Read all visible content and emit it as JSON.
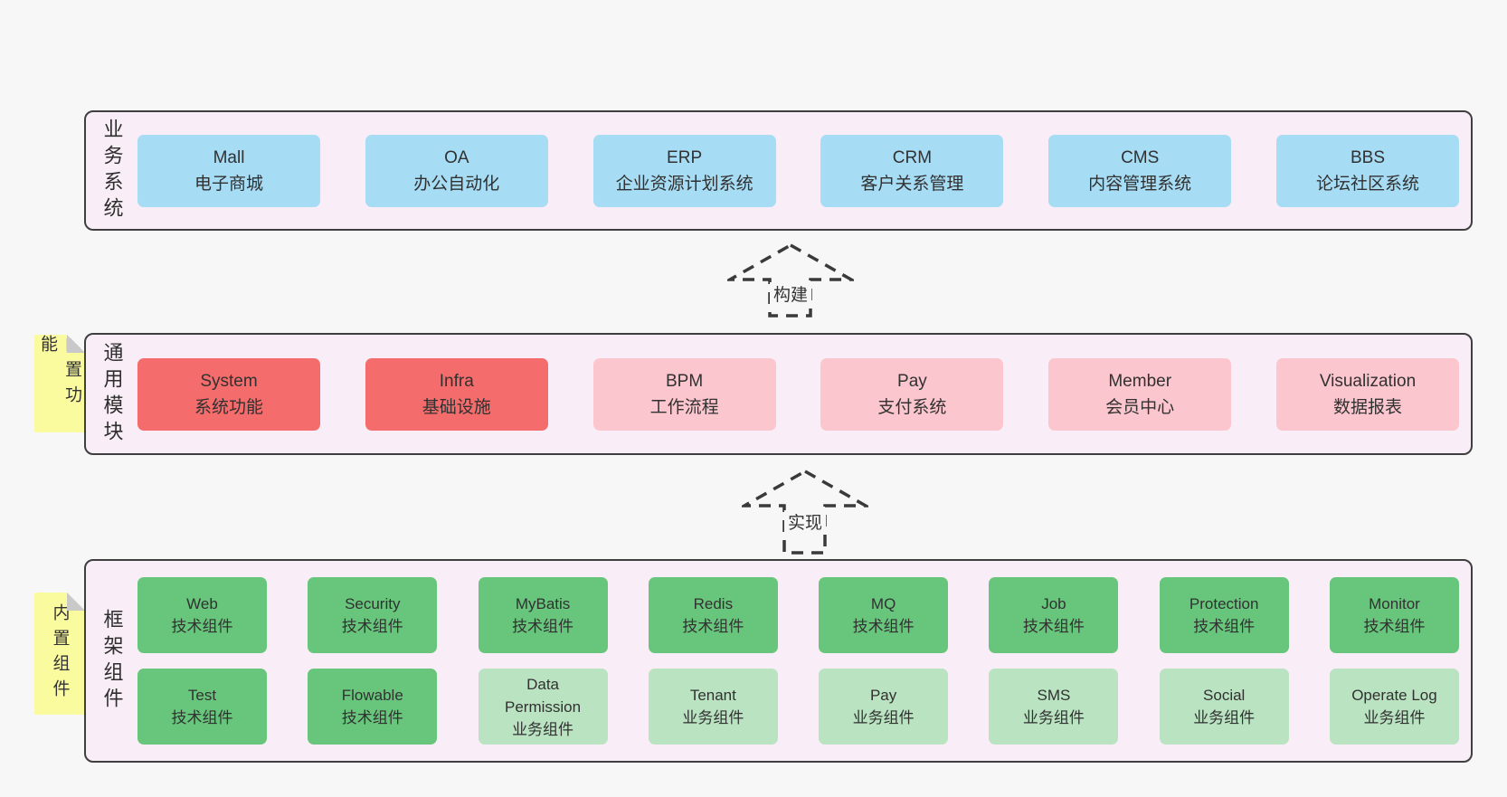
{
  "colors": {
    "page_bg": "#f7f7f7",
    "layer_bg": "#f9eef7",
    "layer_border": "#3f3f3f",
    "blue": "#a7dcf5",
    "red": "#f56c6c",
    "pink": "#fcc6ce",
    "green": "#68c57c",
    "lightgreen": "#b9e3c1",
    "note_bg": "#fafa9f",
    "note_fold": "#c9c9c9",
    "arrow": "#3a3a3a",
    "text": "#333333"
  },
  "arrows": [
    {
      "label": "构建"
    },
    {
      "label": "实现"
    }
  ],
  "sections": [
    {
      "label": "业务系统",
      "note": "",
      "rows": [
        [
          {
            "title": "Mall",
            "subtitle": "电子商城",
            "variant": "blue"
          },
          {
            "title": "OA",
            "subtitle": "办公自动化",
            "variant": "blue"
          },
          {
            "title": "ERP",
            "subtitle": "企业资源计划系统",
            "variant": "blue"
          },
          {
            "title": "CRM",
            "subtitle": "客户关系管理",
            "variant": "blue"
          },
          {
            "title": "CMS",
            "subtitle": "内容管理系统",
            "variant": "blue"
          },
          {
            "title": "BBS",
            "subtitle": "论坛社区系统",
            "variant": "blue"
          }
        ]
      ]
    },
    {
      "label": "通用模块",
      "note": "内置功能",
      "rows": [
        [
          {
            "title": "System",
            "subtitle": "系统功能",
            "variant": "red"
          },
          {
            "title": "Infra",
            "subtitle": "基础设施",
            "variant": "red"
          },
          {
            "title": "BPM",
            "subtitle": "工作流程",
            "variant": "pink"
          },
          {
            "title": "Pay",
            "subtitle": "支付系统",
            "variant": "pink"
          },
          {
            "title": "Member",
            "subtitle": "会员中心",
            "variant": "pink"
          },
          {
            "title": "Visualization",
            "subtitle": "数据报表",
            "variant": "pink"
          }
        ]
      ]
    },
    {
      "label": "框架组件",
      "note": "内置组件",
      "rows": [
        [
          {
            "title": "Web",
            "subtitle": "技术组件",
            "variant": "green"
          },
          {
            "title": "Security",
            "subtitle": "技术组件",
            "variant": "green"
          },
          {
            "title": "MyBatis",
            "subtitle": "技术组件",
            "variant": "green"
          },
          {
            "title": "Redis",
            "subtitle": "技术组件",
            "variant": "green"
          },
          {
            "title": "MQ",
            "subtitle": "技术组件",
            "variant": "green"
          },
          {
            "title": "Job",
            "subtitle": "技术组件",
            "variant": "green"
          },
          {
            "title": "Protection",
            "subtitle": "技术组件",
            "variant": "green"
          },
          {
            "title": "Monitor",
            "subtitle": "技术组件",
            "variant": "green"
          }
        ],
        [
          {
            "title": "Test",
            "subtitle": "技术组件",
            "variant": "green"
          },
          {
            "title": "Flowable",
            "subtitle": "技术组件",
            "variant": "green"
          },
          {
            "title": "Data Permission",
            "subtitle": "业务组件",
            "variant": "lightgreen"
          },
          {
            "title": "Tenant",
            "subtitle": "业务组件",
            "variant": "lightgreen"
          },
          {
            "title": "Pay",
            "subtitle": "业务组件",
            "variant": "lightgreen"
          },
          {
            "title": "SMS",
            "subtitle": "业务组件",
            "variant": "lightgreen"
          },
          {
            "title": "Social",
            "subtitle": "业务组件",
            "variant": "lightgreen"
          },
          {
            "title": "Operate Log",
            "subtitle": "业务组件",
            "variant": "lightgreen"
          }
        ]
      ]
    }
  ]
}
